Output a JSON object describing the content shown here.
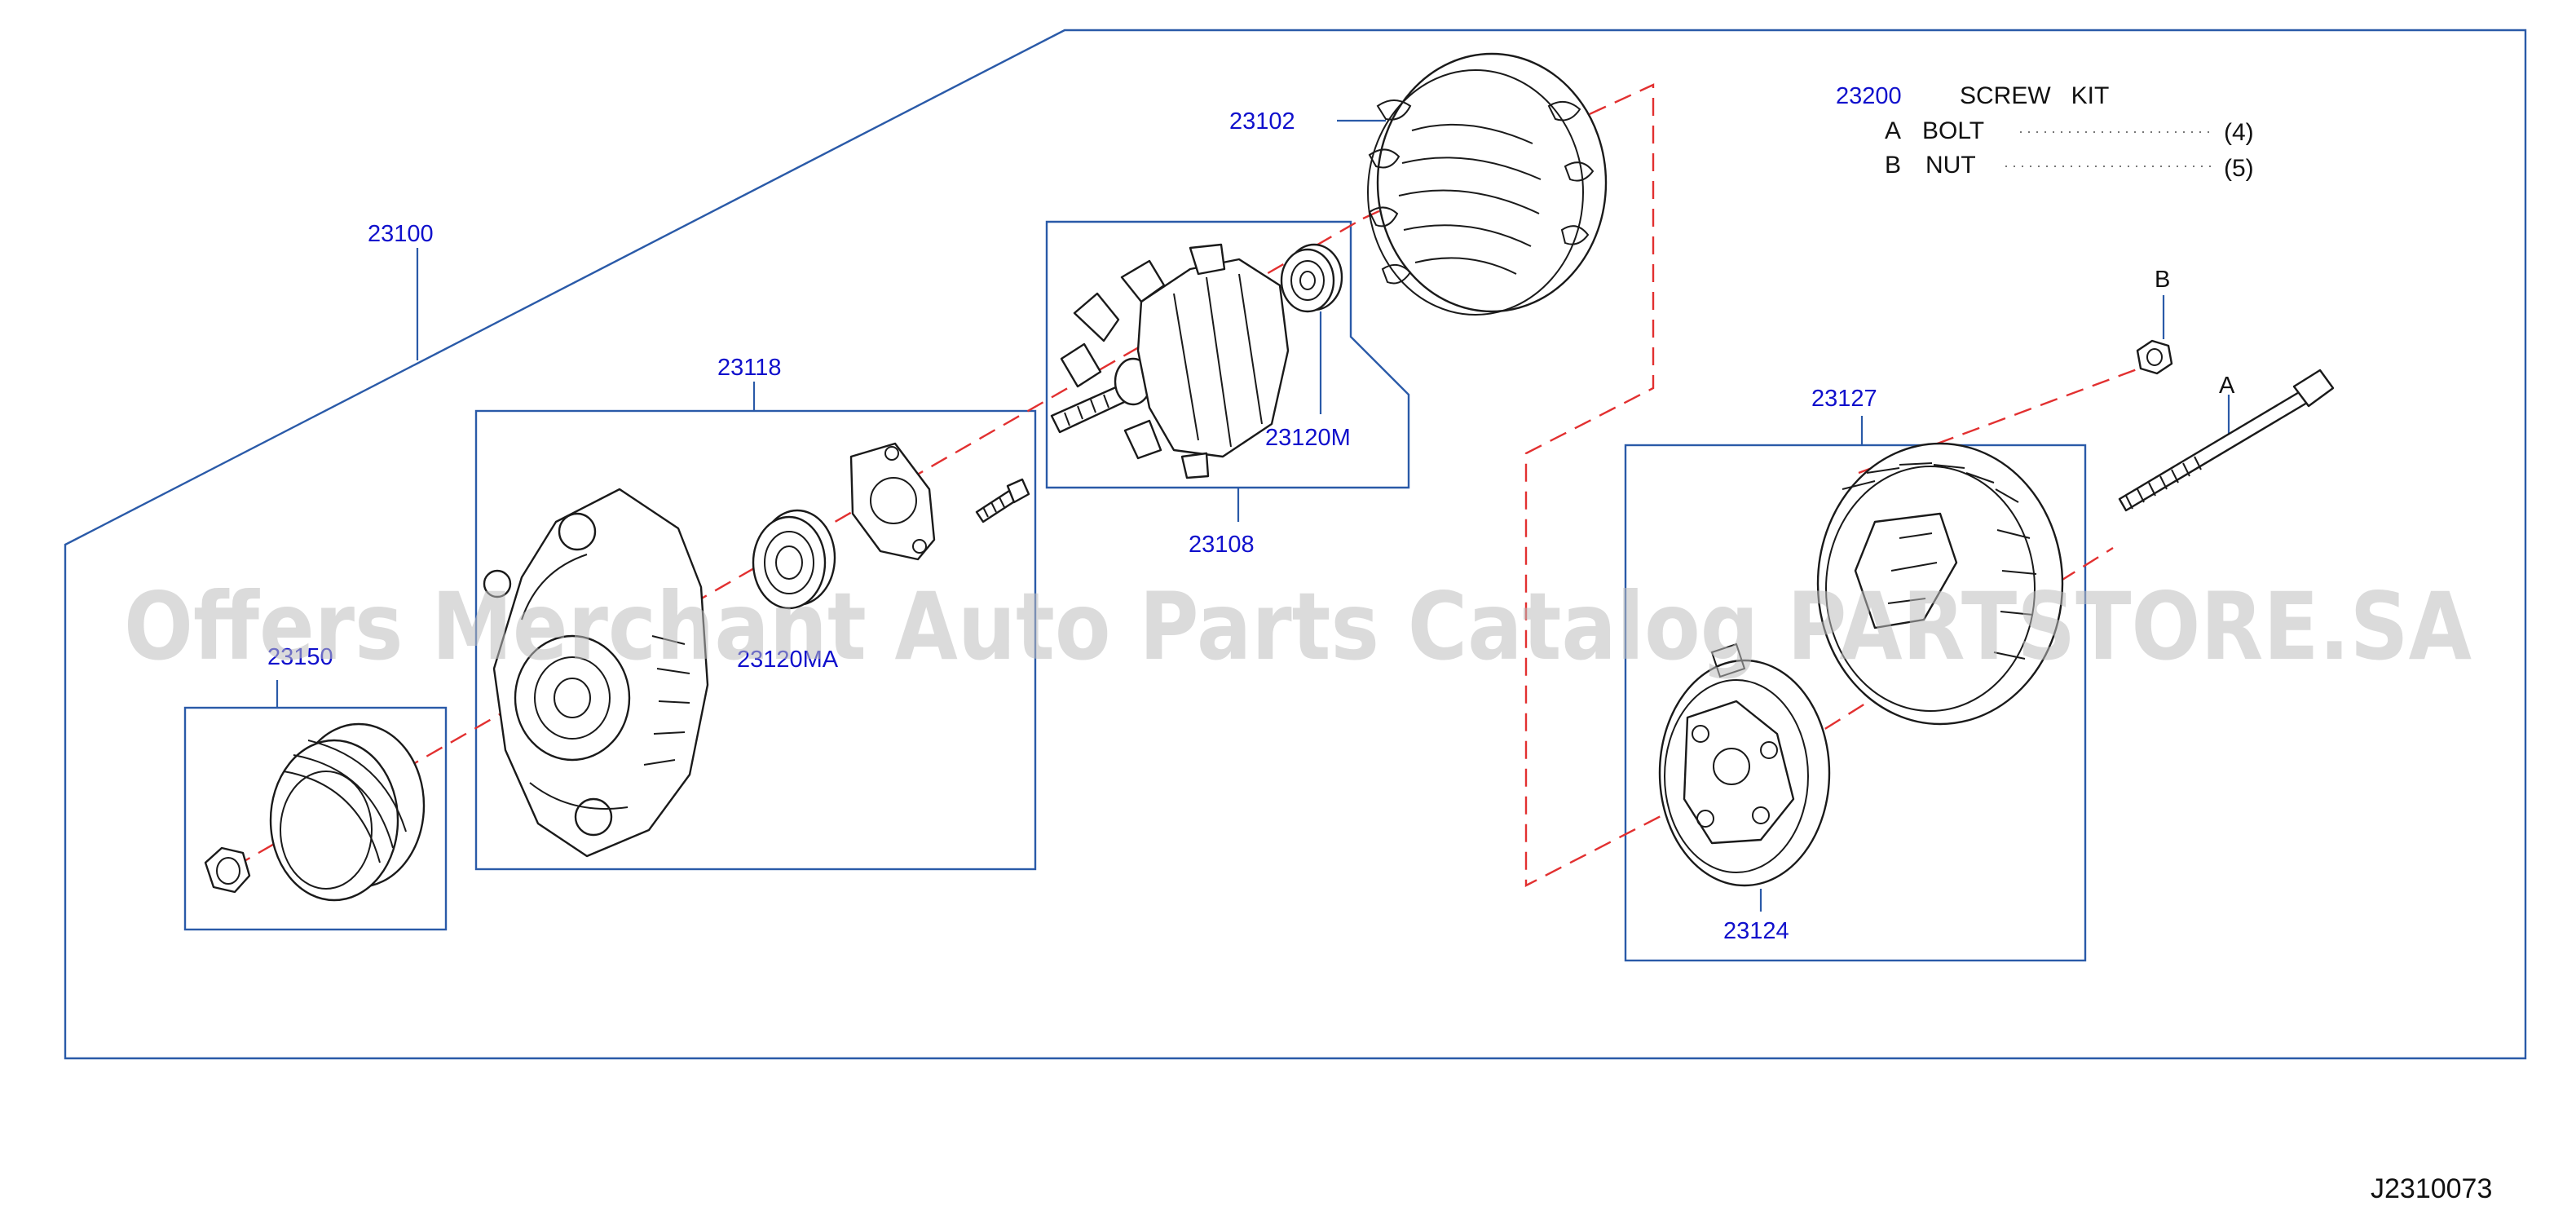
{
  "parts": {
    "p23100": "23100",
    "p23102": "23102",
    "p23108": "23108",
    "p23118": "23118",
    "p23120m": "23120M",
    "p23120ma": "23120MA",
    "p23127": "23127",
    "p23124": "23124",
    "p23150": "23150"
  },
  "screw_kit": {
    "number": "23200",
    "title": "SCREW   KIT",
    "items": [
      {
        "letter": "A",
        "name": "BOLT",
        "qty": "(4)"
      },
      {
        "letter": "B",
        "name": "NUT",
        "qty": "(5)"
      }
    ]
  },
  "callouts": {
    "bolt": "A",
    "nut": "B"
  },
  "watermark": "Offers Merchant Auto Parts Catalog PARTSTORE.SA",
  "diagram_ref": "J2310073",
  "colors": {
    "part_number": "#1010cc",
    "frame": "#2a5aa8",
    "dash": "#e23030",
    "line_art": "#1a1a1a"
  }
}
